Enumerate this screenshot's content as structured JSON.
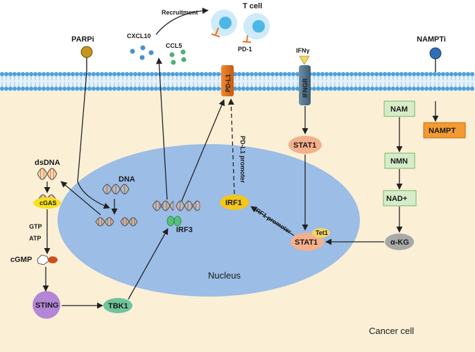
{
  "labels": {
    "t_cell": "T cell",
    "recruitment": "Recruitment",
    "cxcl10": "CXCL10",
    "ccl5": "CCL5",
    "pd1": "PD-1",
    "parpi": "PARPi",
    "nampti": "NAMPTi",
    "ifng": "IFNγ",
    "pdl1": "PD-L1",
    "ifngr": "IFNGR",
    "pdl1_promoter": "PD-L1 promoter",
    "nam": "NAM",
    "nampt": "NAMPT",
    "nmn": "NMN",
    "nad": "NAD+",
    "akg": "α-KG",
    "stat1_top": "STAT1",
    "stat1_nuc": "STAT1",
    "tet1": "Tet1",
    "irf1": "IRF1",
    "irf1_promoter": "IRF1 promoter",
    "dsdna": "dsDNA",
    "dna": "DNA",
    "cgas": "cGAS",
    "gtp": "GTP",
    "atp": "ATP",
    "cgmp": "cGMP",
    "sting": "STING",
    "tbk1": "TBK1",
    "irf3": "IRF3",
    "nucleus": "Nucleus",
    "cancer_cell": "Cancer cell"
  },
  "colors": {
    "cytoplasm": "#fbefd6",
    "membrane": "#5aa7de",
    "nucleus": "#9bbde6",
    "t_cell": "#bfe4f7",
    "pdl1": "#e8731f",
    "stat1": "#f4b08a",
    "irf1": "#f5c518",
    "sting": "#b486d6",
    "tbk1": "#6fc49b",
    "green_box": "#d6ecc8",
    "akg": "#a8a8a8"
  }
}
